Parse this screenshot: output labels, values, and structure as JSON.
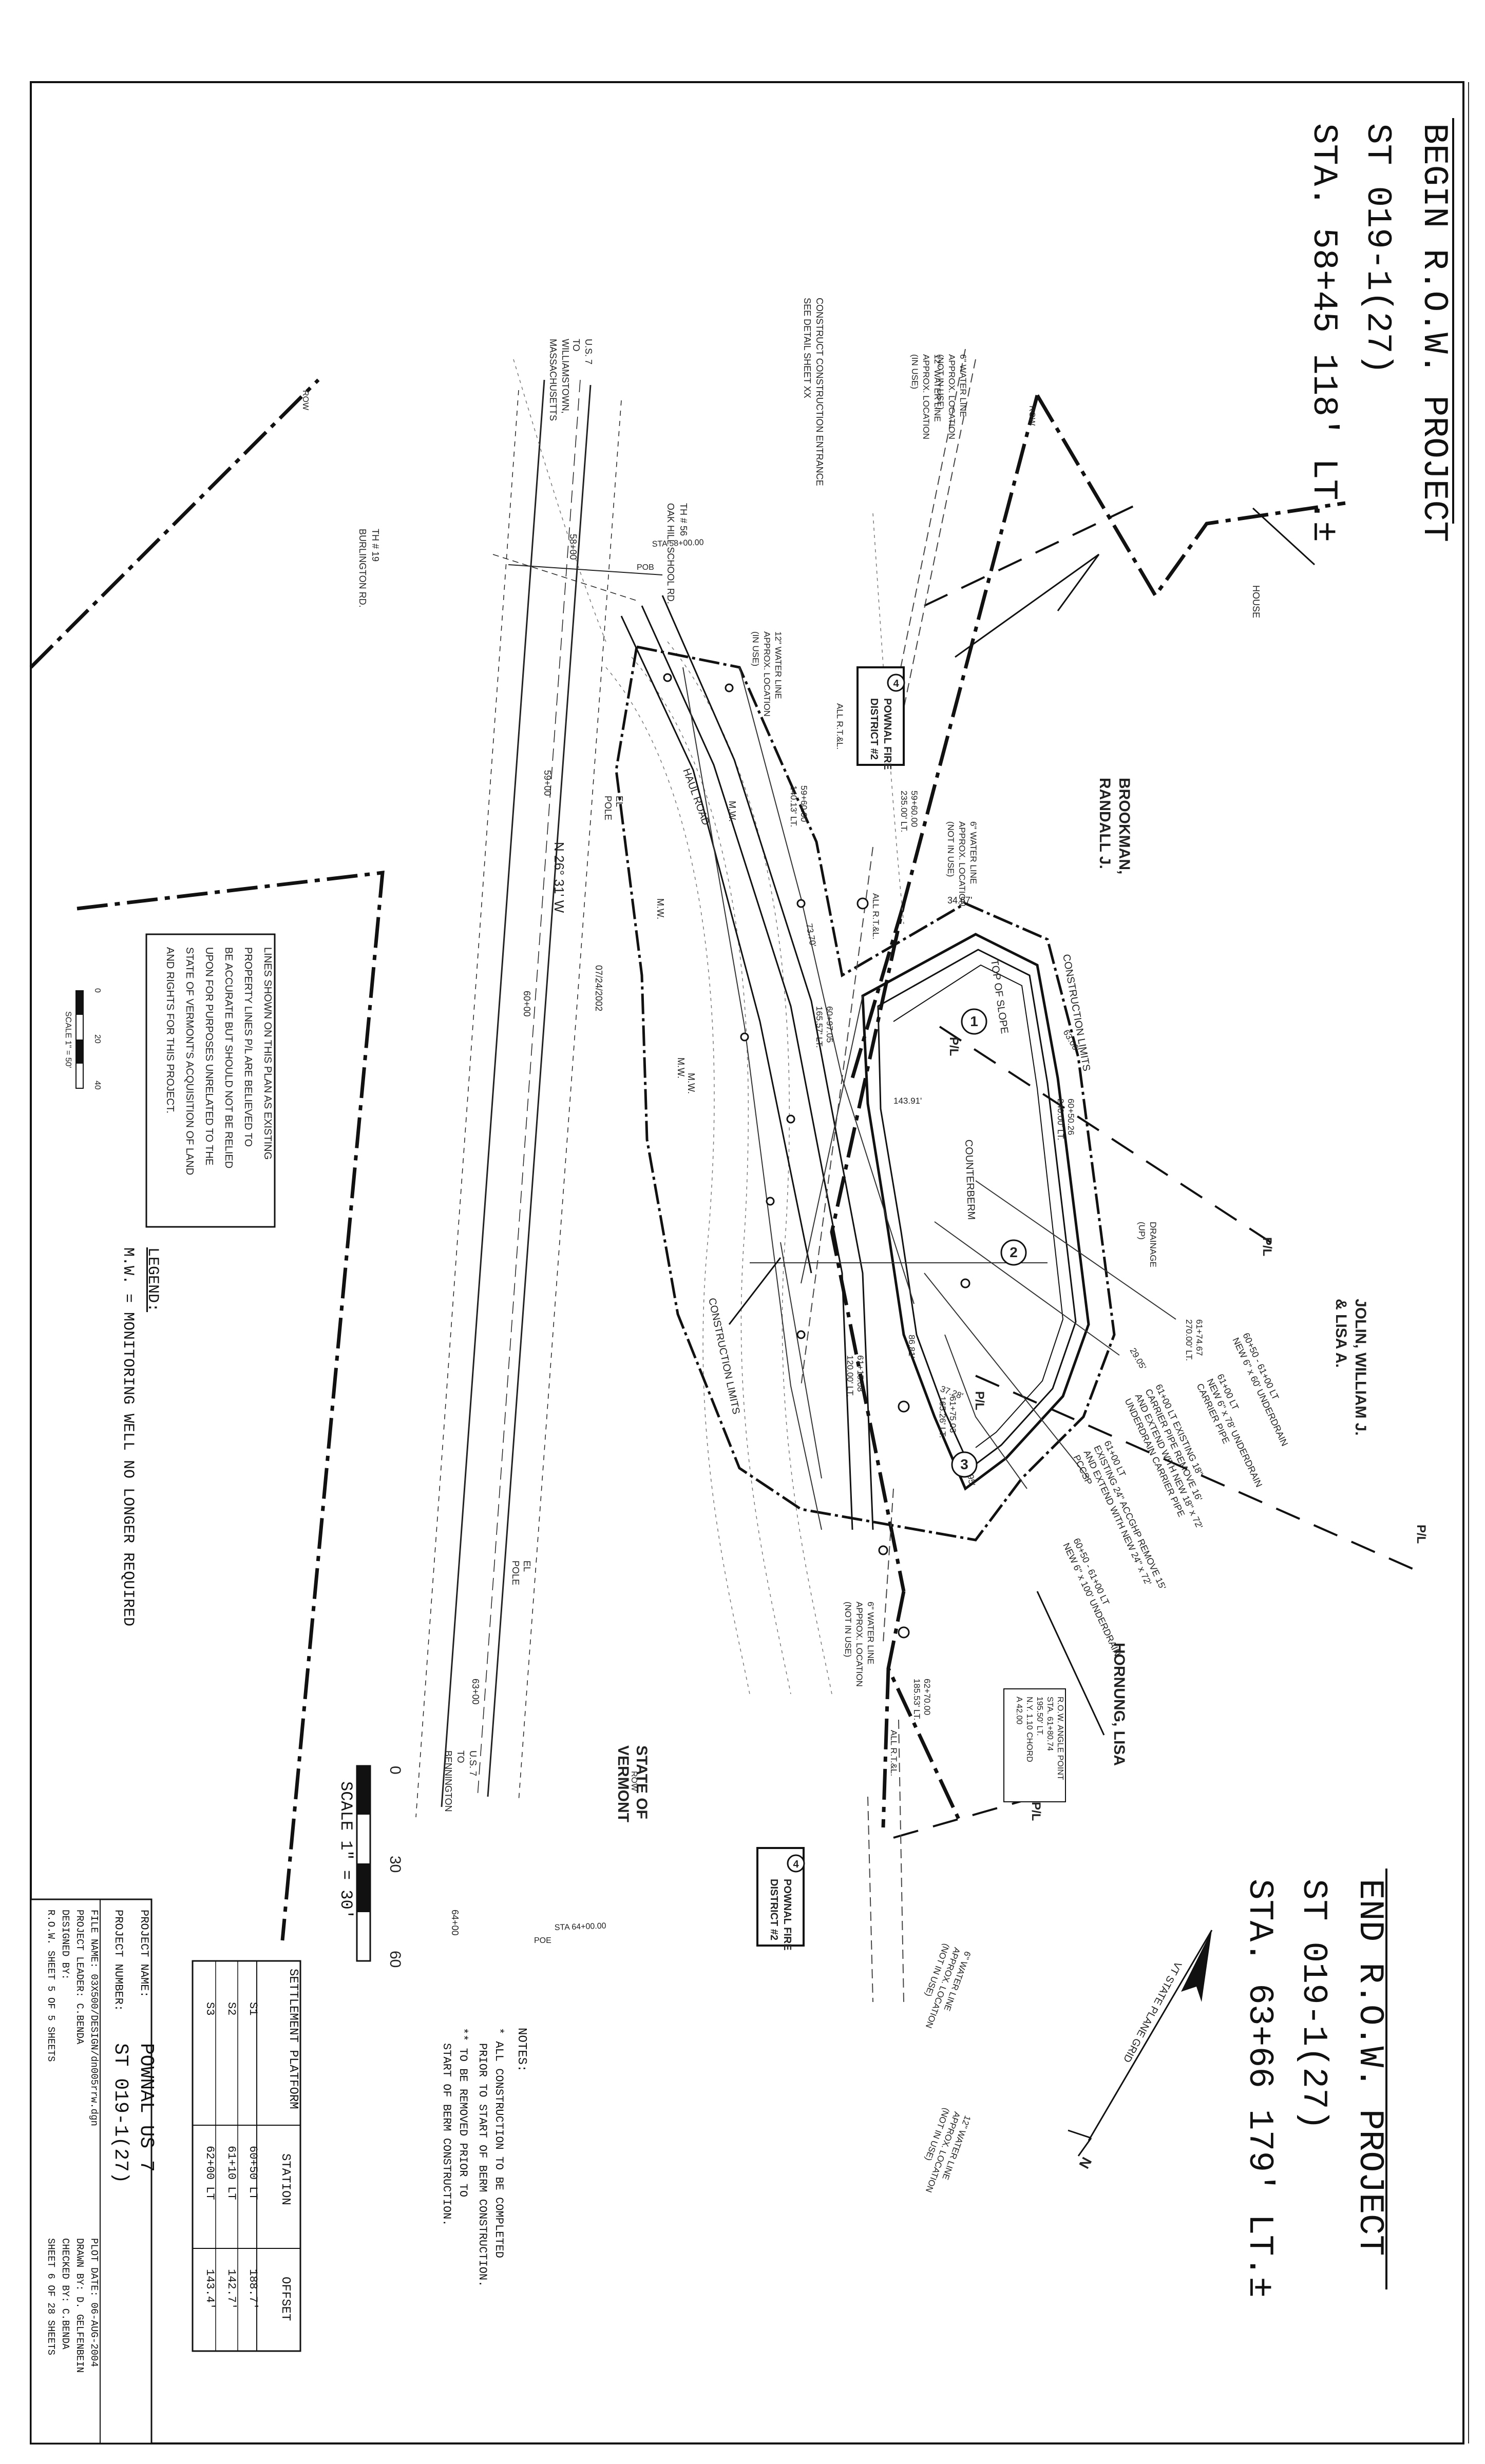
{
  "title_block": {
    "begin_line1": "BEGIN R.O.W. PROJECT",
    "begin_line2": "ST 019-1(27)",
    "begin_line3": "STA. 58+45 118' LT.±",
    "end_line1": "END R.O.W. PROJECT",
    "end_line2": "ST 019-1(27)",
    "end_line3": "STA. 63+66 179' LT.±"
  },
  "owners": {
    "brookman": [
      "BROOKMAN,",
      "RANDALL J."
    ],
    "jolin": [
      "JOLIN, WILLIAM J.",
      "& LISA A."
    ],
    "hornung": "HORNUNG, LISA",
    "state": [
      "STATE OF",
      "VERMONT"
    ]
  },
  "labels": {
    "house": "HOUSE",
    "oak_hill": "OAK HILL SCHOOL RD.",
    "th56": "TH # 56",
    "th19": "TH # 19",
    "burlington": "BURLINGTON RD.",
    "williamstown": [
      "WILLIAMSTOWN,",
      "MASSACHUSETTS"
    ],
    "us7_to": [
      "U.S. 7",
      "TO"
    ],
    "us7_bennington": [
      "U.S. 7",
      "TO",
      "BENNINGTON"
    ],
    "haul_road": "HAUL ROAD",
    "bearing": "N 26° 31' W",
    "date": "07/24/2002",
    "el_pole1": [
      "EL",
      "POLE"
    ],
    "el_pole2": [
      "EL",
      "POLE"
    ],
    "construction_limits": "CONSTRUCTION LIMITS",
    "top_of_slope": "TOP OF SLOPE",
    "counterberm": "COUNTERBERM",
    "construction_entrance": [
      "CONSTRUCT CONSTRUCTION ENTRANCE",
      "SEE DETAIL SHEET XX"
    ],
    "water_6_top": [
      "6\" WATER LINE",
      "APPROX. LOCATION",
      "(NOT IN USE)"
    ],
    "water_12_top": [
      "12\" WATER LINE",
      "APPROX. LOCATION",
      "(IN USE)"
    ],
    "water_12_mid": [
      "12\" WATER LINE",
      "APPROX. LOCATION",
      "(IN USE)"
    ],
    "water_6_mid": [
      "6\" WATER LINE",
      "APPROX. LOCATION",
      "(NOT IN USE)"
    ],
    "water_6_bot": [
      "6\" WATER LINE",
      "APPROX. LOCATION",
      "(NOT IN USE)"
    ],
    "water_12_bot": [
      "12\" WATER LINE",
      "APPROX. LOCATION",
      "(NOT IN USE)"
    ],
    "water_6_bot2": [
      "6\" WATER LINE",
      "APPROX. LOCATION",
      "(NOT IN USE)"
    ],
    "all_rights": "ALL R.T.&L.",
    "pfd": [
      "POWNAL FIRE",
      "DISTRICT #2"
    ],
    "row": "ROW",
    "mw": "M.W.",
    "pl": "P/L",
    "drainage": [
      "DRAINAGE",
      "(UP)"
    ],
    "vt_grid": "VT STATE PLANE GRID",
    "north": "N"
  },
  "stations": {
    "s58": "58+00",
    "s59": "59+00",
    "s60": "60+00",
    "s63": "63+00",
    "s64": "64+00",
    "sta5800": "STA 58+00.00",
    "sta6400": "STA 64+00.00",
    "pob": "POB",
    "poe": "POE"
  },
  "dimensions": {
    "d1": [
      "59+60.00",
      "235.00' LT."
    ],
    "d2": "34.67'",
    "d3": [
      "60+50.26",
      "240.00' LT."
    ],
    "d4": [
      "61+74.67",
      "270.00' LT."
    ],
    "d5": "63.06'",
    "d6": "29.05'",
    "d7": [
      "62+70.00",
      "185.53' LT."
    ],
    "d8": [
      "59+60.00",
      "140.13' LT."
    ],
    "d9": "73.70'",
    "d10": "143.91'",
    "d11": [
      "60+97.05",
      "165.57' LT."
    ],
    "d12": [
      "61+15.08",
      "120.00' LT."
    ],
    "d13": [
      "61+75.03",
      "165.26' LT."
    ],
    "d14": "37.28'",
    "d15": "47.95'",
    "d16": "86.81'"
  },
  "callouts": {
    "underdrain_1": [
      "60+50 - 61+00 LT",
      "NEW 6\" x 60' UNDERDRAIN"
    ],
    "underdrain_2": [
      "61+00 LT",
      "NEW 6\" x 78' UNDERDRAIN",
      "CARRIER PIPE"
    ],
    "carrier_1": [
      "61+00 LT EXISTING 18\"",
      "CARRIER PIPE REMOVE 16'",
      "AND EXTEND WITH NEW 18\" x 72'",
      "UNDERDRAIN CARRIER PIPE"
    ],
    "carrier_2": [
      "61+00 LT",
      "EXISTING 24\" ACCGHP REMOVE 15'",
      "AND EXTEND WITH NEW 24\" x 72'",
      "PCCSP"
    ],
    "underdrain_3": [
      "60+50 - 61+00 LT",
      "NEW 6\" x 100' UNDERDRAIN"
    ],
    "angle_point": [
      "R.O.W. ANGLE POINT",
      "STA. 61+80.74",
      "195.50' LT.",
      "N.Y. 1.10 CHORD",
      "A 42.00"
    ]
  },
  "circled": [
    "1",
    "2",
    "3"
  ],
  "fire_number": "4",
  "notice": [
    "LINES SHOWN ON THIS PLAN AS EXISTING",
    "PROPERTY LINES P/L ARE BELIEVED TO",
    "BE ACCURATE BUT SHOULD NOT BE RELIED",
    "UPON FOR PURPOSES UNRELATED TO THE",
    "STATE OF VERMONT'S ACQUISITION OF LAND",
    "AND RIGHTS FOR THIS PROJECT."
  ],
  "legend": {
    "title": "LEGEND:",
    "entry": "M.W. = MONITORING WELL NO LONGER REQUIRED"
  },
  "scale_small": {
    "ticks": [
      "0",
      "20",
      "40"
    ],
    "label": "SCALE 1\" = 50'"
  },
  "scale_large": {
    "ticks": [
      "0",
      "30",
      "60"
    ],
    "label": "SCALE 1\" = 30'"
  },
  "notes": {
    "title": "NOTES:",
    "lines": [
      "* ALL CONSTRUCTION TO BE COMPLETED",
      "PRIOR TO START OF BERM CONSTRUCTION.",
      "** TO BE REMOVED PRIOR TO",
      "START OF BERM CONSTRUCTION."
    ]
  },
  "settlement_table": {
    "headers": [
      "SETTLEMENT PLATFORM",
      "STATION",
      "OFFSET"
    ],
    "rows": [
      [
        "S1",
        "60+50 LT",
        "188.7'"
      ],
      [
        "S2",
        "61+10 LT",
        "142.7'"
      ],
      [
        "S3",
        "62+00 LT",
        "143.4'"
      ]
    ]
  },
  "project_info": {
    "name_label": "PROJECT NAME:",
    "name_value": "POWNAL US 7",
    "number_label": "PROJECT NUMBER:",
    "number_value": "ST 019-1(27)",
    "file": "FILE NAME: 03X500/DESIGN/dn005rrw.dgn",
    "leader": "PROJECT LEADER: C.BENDA",
    "designed": "DESIGNED BY:",
    "sheet": "R.O.W. SHEET 5 OF 5 SHEETS",
    "plot": "PLOT DATE: 06-AUG-2004",
    "drawn": "DRAWN BY: D. GELFENBEIN",
    "checked": "CHECKED BY: C.BENDA",
    "sheet_total": "SHEET 6 OF 28 SHEETS"
  }
}
